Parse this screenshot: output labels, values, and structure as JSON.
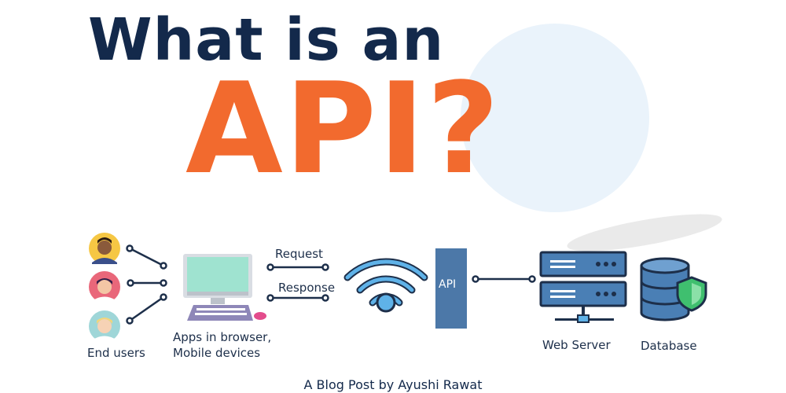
{
  "title": {
    "line1": "What is an",
    "line2": "API?"
  },
  "diagram": {
    "end_users_label": "End users",
    "apps_label_line1": "Apps in browser,",
    "apps_label_line2": "Mobile devices",
    "request_label": "Request",
    "response_label": "Response",
    "api_label": "API",
    "web_server_label": "Web Server",
    "database_label": "Database"
  },
  "footer": "A Blog Post by Ayushi Rawat",
  "colors": {
    "navy": "#13294b",
    "orange": "#f26a2e",
    "api_box": "#4c78a8",
    "server": "#4a7fb5",
    "shield": "#3fbf6f",
    "circle_bg": "#eaf3fb"
  }
}
